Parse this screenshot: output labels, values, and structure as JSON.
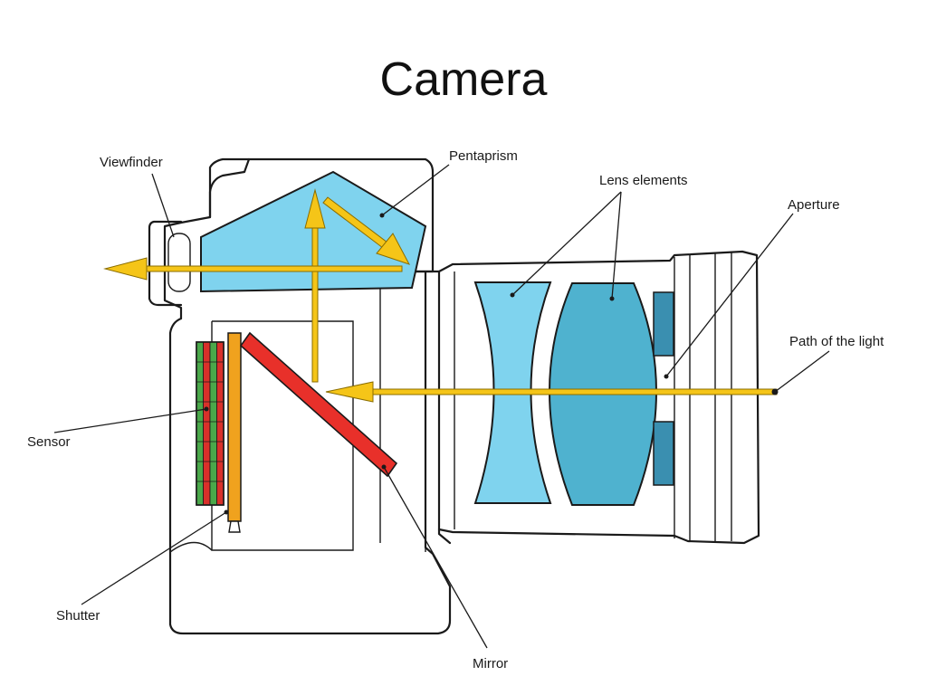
{
  "title": "Camera",
  "labels": {
    "viewfinder": "Viewfinder",
    "pentaprism": "Pentaprism",
    "lens_elements": "Lens elements",
    "aperture": "Aperture",
    "path_of_light": "Path of the light",
    "sensor": "Sensor",
    "shutter": "Shutter",
    "mirror": "Mirror"
  },
  "colors": {
    "pentaprism": "#7fd3ee",
    "lens_light": "#7fd3ee",
    "lens_dark": "#4fb2cf",
    "aperture_blade": "#3a8fb0",
    "light_path": "#f5c518",
    "mirror": "#e8302a",
    "shutter": "#f0a21e",
    "sensor_red": "#d9302a",
    "sensor_green": "#4aa84a"
  }
}
